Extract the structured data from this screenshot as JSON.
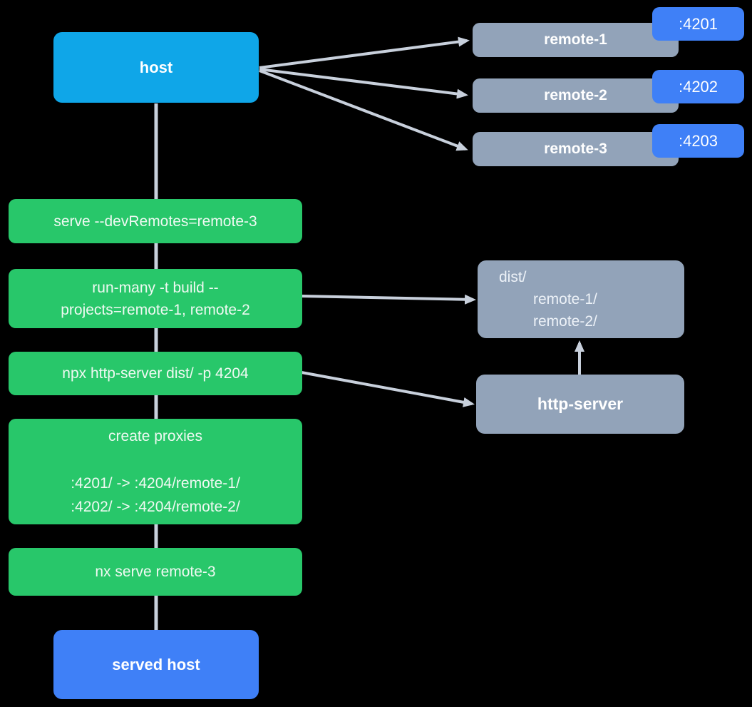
{
  "colors": {
    "background": "#000000",
    "host_blue": "#0FA6E8",
    "accent_blue": "#3F80F7",
    "green": "#28C76A",
    "gray_node": "#92A3B9",
    "connector": "#C8D0DC"
  },
  "host": {
    "label": "host"
  },
  "remotes": [
    {
      "name": "remote-1",
      "port": ":4201"
    },
    {
      "name": "remote-2",
      "port": ":4202"
    },
    {
      "name": "remote-3",
      "port": ":4203"
    }
  ],
  "steps": {
    "serve": "serve --devRemotes=remote-3",
    "build_line1": "run-many -t build --",
    "build_line2": "projects=remote-1, remote-2",
    "http_server_cmd": "npx http-server dist/ -p 4204",
    "proxies_title": "create proxies",
    "proxy_rule1": ":4201/ -> :4204/remote-1/",
    "proxy_rule2": ":4202/ -> :4204/remote-2/",
    "serve_remote3": "nx serve remote-3"
  },
  "dist": {
    "line1": "dist/",
    "line2": "remote-1/",
    "line3": "remote-2/"
  },
  "http_server": {
    "label": "http-server"
  },
  "served_host": {
    "label": "served host"
  }
}
